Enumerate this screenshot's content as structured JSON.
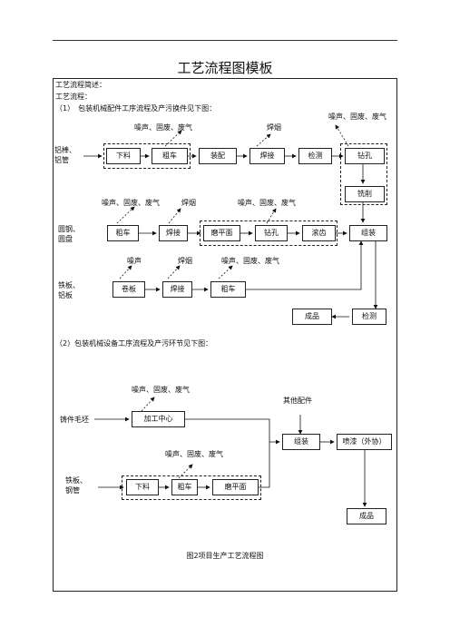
{
  "doc": {
    "title": "工艺流程图模板",
    "intro": "工艺流程简述：",
    "process_label": "工艺流程：",
    "section1": "（1）　包装机械配件工序流程及产污换件见下图：",
    "section2": "（2）包装机械设备工序流程及产污环节见下图：",
    "caption": "图2项目生产工艺流程图"
  },
  "flow1": {
    "inputs": {
      "aluminum": "铝棒、\n铝管",
      "round_steel": "圆钢、\n圆盘",
      "iron_plate": "铁板、\n铝板"
    },
    "steps": {
      "blanking": "下料",
      "rough_turning": "粗车",
      "assembly_a": "装配",
      "welding": "焊接",
      "inspection": "检测",
      "drilling": "钻孔",
      "milling": "铣削",
      "rough_turning_2": "粗车",
      "welding_2": "焊接",
      "grinding": "磨平面",
      "drilling_2": "钻孔",
      "knurling": "滚齿",
      "assembly": "组装",
      "rolling": "卷板",
      "welding_3": "焊接",
      "rough_turning_3": "粗车",
      "product": "成品",
      "inspection_2": "检测"
    },
    "emissions": {
      "e_row1_a": "噪声、固废、废气",
      "e_row1_b": "焊烟",
      "e_row1_c": "噪声、固废、废气",
      "e_row2_a": "噪声、固废、废气",
      "e_row2_b": "焊烟",
      "e_row2_c": "噪声、固废、废气",
      "e_row3_a": "噪声",
      "e_row3_b": "焊烟",
      "e_row3_c": "噪声、固废、废气"
    }
  },
  "flow2": {
    "inputs": {
      "casting": "铸件毛坯",
      "plate_tube": "铁板、\n钢管",
      "other_parts": "其他配件"
    },
    "steps": {
      "machining": "加工中心",
      "assembly": "组装",
      "painting": "喷漆（外协）",
      "blanking": "下料",
      "rough_turning": "粗车",
      "grinding": "磨平面",
      "product": "成品"
    },
    "emissions": {
      "e_top": "噪声、固废、废气",
      "e_bottom": "噪声、固废、废气"
    }
  }
}
